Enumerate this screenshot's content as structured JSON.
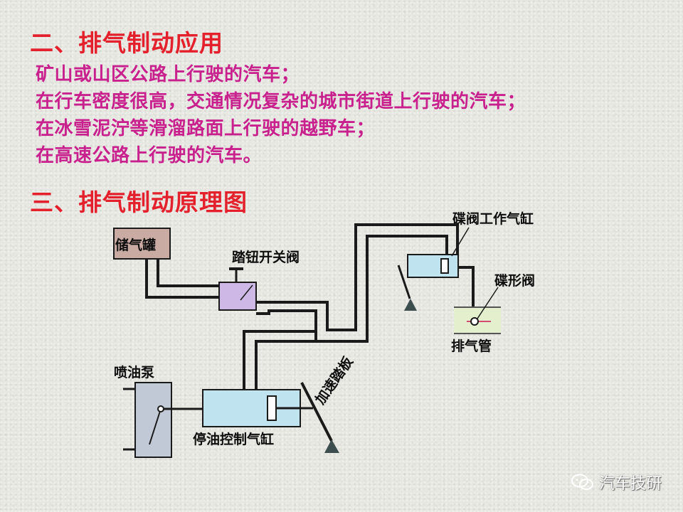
{
  "section_heading_1": "二、排气制动应用",
  "applications": [
    "矿山或山区公路上行驶的汽车；",
    "在行车密度很高，交通情况复杂的城市街道上行驶的汽车；",
    "在冰雪泥泞等滑溜路面上行驶的越野车；",
    "在高速公路上行驶的汽车。"
  ],
  "section_heading_2": "三、排气制动原理图",
  "diagram_labels": {
    "air_tank": "储气罐",
    "push_button_valve": "踏钮开关阀",
    "butterfly_valve_cylinder": "碟阀工作气缸",
    "butterfly_valve": "碟形阀",
    "exhaust_pipe": "排气管",
    "injection_pump": "喷油泵",
    "fuel_stop_cylinder": "停油控制气缸",
    "accelerator_pedal": "加速踏板"
  },
  "colors": {
    "heading": "#e3202b",
    "body_text": "#c8208c",
    "tank_fill": "#c9aba3",
    "valve_fill": "#cdb8e6",
    "cylinder_fill": "#bfe3ef",
    "exhaust_fill": "#e3efcd",
    "pump_fill": "#c2c9d6",
    "support": "#3d4e4e"
  },
  "watermark": "汽车技研"
}
